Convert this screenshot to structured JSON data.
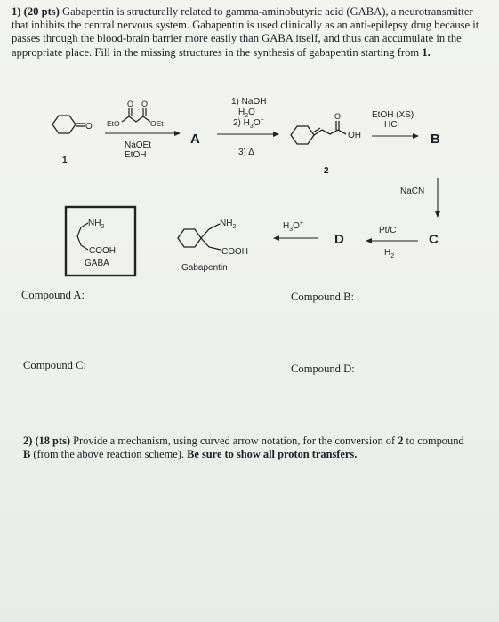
{
  "question1": {
    "number": "1)",
    "points": "(20 pts)",
    "text": "Gabapentin is structurally related to gamma-aminobutyric acid (GABA), a neurotransmitter that inhibits the central nervous system. Gabapentin is used clinically as an anti-epilepsy drug because it passes through the blood-brain barrier more easily than GABA itself, and thus can accumulate in the appropriate place. Fill in the missing structures in the synthesis of gabapentin starting from",
    "start_ref": "1."
  },
  "scheme": {
    "reagent1_top_left": "EtO",
    "reagent1_top_right": "OEt",
    "compound1_label": "1",
    "step1_reagent_a": "NaOEt",
    "step1_reagent_b": "EtOH",
    "intermediate_A": "A",
    "step2_line1": "1) NaOH",
    "step2_line2": "H",
    "step2_line2_sub": "2",
    "step2_line2_end": "O",
    "step2_line3": "2) H",
    "step2_line3_sub": "3",
    "step2_line3_end": "O",
    "step2_line3_sup": "+",
    "step2_line4": "3) Δ",
    "compound2_label": "2",
    "compound2_oh": "OH",
    "step3_line1": "EtOH (XS)",
    "step3_line2": "HCl",
    "intermediate_B": "B",
    "step4_reagent": "NaCN",
    "intermediate_C": "C",
    "step5_line1": "Pt/C",
    "step5_line2": "H",
    "step5_line2_sub": "2",
    "intermediate_D": "D",
    "step6_reagent": "H",
    "step6_sub": "3",
    "step6_end": "O",
    "step6_sup": "+",
    "gaba_nh2": "NH",
    "gaba_nh2_sub": "2",
    "gaba_cooh": "COOH",
    "gaba_label": "GABA",
    "gabapentin_nh2": "NH",
    "gabapentin_nh2_sub": "2",
    "gabapentin_cooh": "COOH",
    "gabapentin_label": "Gabapentin",
    "ketone_o": "O"
  },
  "answers": {
    "compound_a": "Compound A:",
    "compound_b": "Compound B:",
    "compound_c": "Compound C:",
    "compound_d": "Compound D:"
  },
  "question2": {
    "number": "2)",
    "points": "(18 pts)",
    "text": "Provide a mechanism, using curved arrow notation, for the conversion of",
    "ref2": "2",
    "text2": "to compound",
    "refB": "B",
    "text3": "(from the above reaction scheme).",
    "emphasis": "Be sure to show all proton transfers."
  }
}
